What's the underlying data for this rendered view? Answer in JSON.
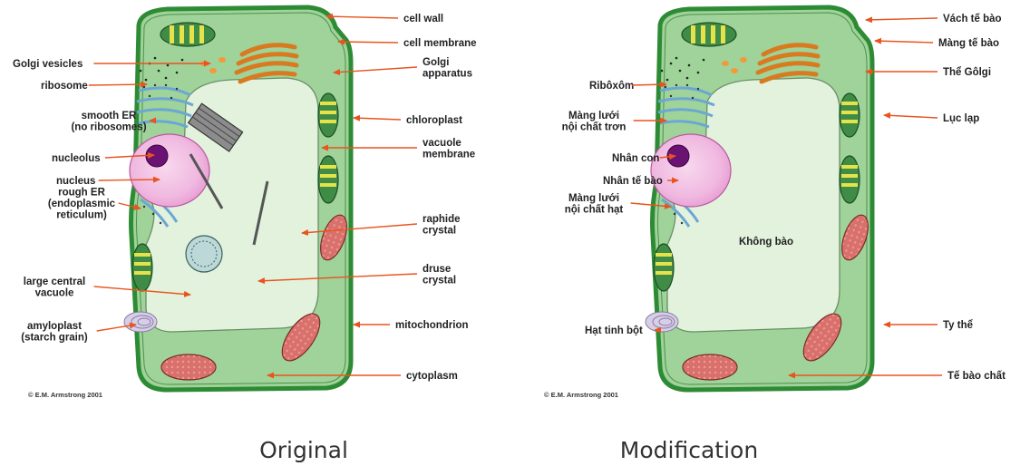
{
  "panels": [
    {
      "caption": "Original",
      "copyright": "E.M. Armstrong 2001",
      "vacuole_label": "",
      "labels": {
        "cell_wall": [
          "cell wall"
        ],
        "cell_membrane": [
          "cell membrane"
        ],
        "golgi_vesicles": [
          "Golgi vesicles"
        ],
        "ribosome": [
          "ribosome"
        ],
        "golgi_apparatus": [
          "Golgi",
          "apparatus"
        ],
        "smooth_er": [
          "smooth ER",
          "(no ribosomes)"
        ],
        "chloroplast": [
          "chloroplast"
        ],
        "nucleolus": [
          "nucleolus"
        ],
        "vacuole_membrane": [
          "vacuole",
          "membrane"
        ],
        "nucleus": [
          "nucleus"
        ],
        "rough_er": [
          "rough ER",
          "(endoplasmic",
          "reticulum)"
        ],
        "raphide_crystal": [
          "raphide",
          "crystal"
        ],
        "druse_crystal": [
          "druse",
          "crystal"
        ],
        "large_central_vacuole": [
          "large central",
          "vacuole"
        ],
        "amyloplast": [
          "amyloplast",
          "(starch grain)"
        ],
        "mitochondrion": [
          "mitochondrion"
        ],
        "cytoplasm": [
          "cytoplasm"
        ]
      }
    },
    {
      "caption": "Modification",
      "copyright": "E.M. Armstrong 2001",
      "vacuole_label": "Không bào",
      "labels": {
        "cell_wall": [
          "Vách tế bào"
        ],
        "cell_membrane": [
          "Màng tế bào"
        ],
        "ribosome": [
          "Ribôxôm"
        ],
        "golgi_apparatus": [
          "Thể Gôlgi"
        ],
        "smooth_er": [
          "Màng lưới",
          "nội chất trơn"
        ],
        "chloroplast": [
          "Lục lạp"
        ],
        "nucleolus": [
          "Nhân con"
        ],
        "nucleus": [
          "Nhân tế bào"
        ],
        "rough_er": [
          "Màng lưới",
          "nội chất hạt"
        ],
        "amyloplast": [
          "Hạt tinh bột"
        ],
        "mitochondrion": [
          "Ty thể"
        ],
        "cytoplasm": [
          "Tế bào chất"
        ]
      }
    }
  ],
  "colors": {
    "cell_wall": "#2e8b35",
    "cytoplasm": "#9fd39a",
    "vacuole": "#e3f2dc",
    "arrow": "#e8541e",
    "nucleus": "#f0b8e0",
    "nucleolus": "#6a1373",
    "golgi": "#f29a3a",
    "chloroplast": "#2f7a3a",
    "mitochondrion": "#d9706d"
  }
}
